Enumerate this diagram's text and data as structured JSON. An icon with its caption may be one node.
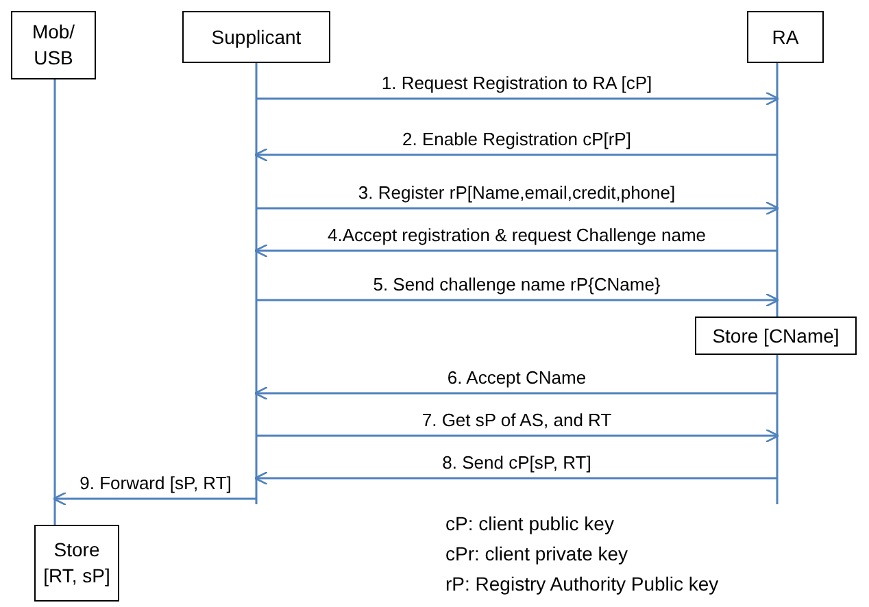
{
  "diagram": {
    "nodes": [
      {
        "text": [
          "Mob/ USB"
        ]
      },
      {
        "text": [
          "Supplicant"
        ]
      },
      {
        "text": [
          "RA"
        ]
      },
      {
        "text": [
          "Store [CName]"
        ]
      },
      {
        "text": [
          "Store [RT, sP]"
        ]
      }
    ],
    "edges": [
      {
        "from": 1,
        "to": 2,
        "arrow": "to",
        "label": "1. Request Registration to RA [cP]"
      },
      {
        "from": 2,
        "to": 1,
        "arrow": "to",
        "label": "2. Enable Registration cP[rP]"
      },
      {
        "from": 1,
        "to": 2,
        "arrow": "to",
        "label": "3. Register rP[Name,email,credit,phone]"
      },
      {
        "from": 2,
        "to": 1,
        "arrow": "to",
        "label": "4.Accept registration & request Challenge name"
      },
      {
        "from": 1,
        "to": 2,
        "arrow": "to",
        "label": "5. Send challenge name rP{CName}"
      },
      {
        "from": 3,
        "to": 1,
        "arrow": "to",
        "label": "6. Accept CName"
      },
      {
        "from": 1,
        "to": 3,
        "arrow": "to",
        "label": "7. Get sP of AS, and RT"
      },
      {
        "from": 3,
        "to": 1,
        "arrow": "to",
        "label": "8. Send cP[sP, RT]"
      },
      {
        "from": 1,
        "to": 0,
        "arrow": "to",
        "label": "9. Forward [sP, RT]"
      }
    ],
    "labels": [
      "cP: client public key",
      "cPr: client private key",
      "rP: Registry Authority Public key"
    ]
  }
}
